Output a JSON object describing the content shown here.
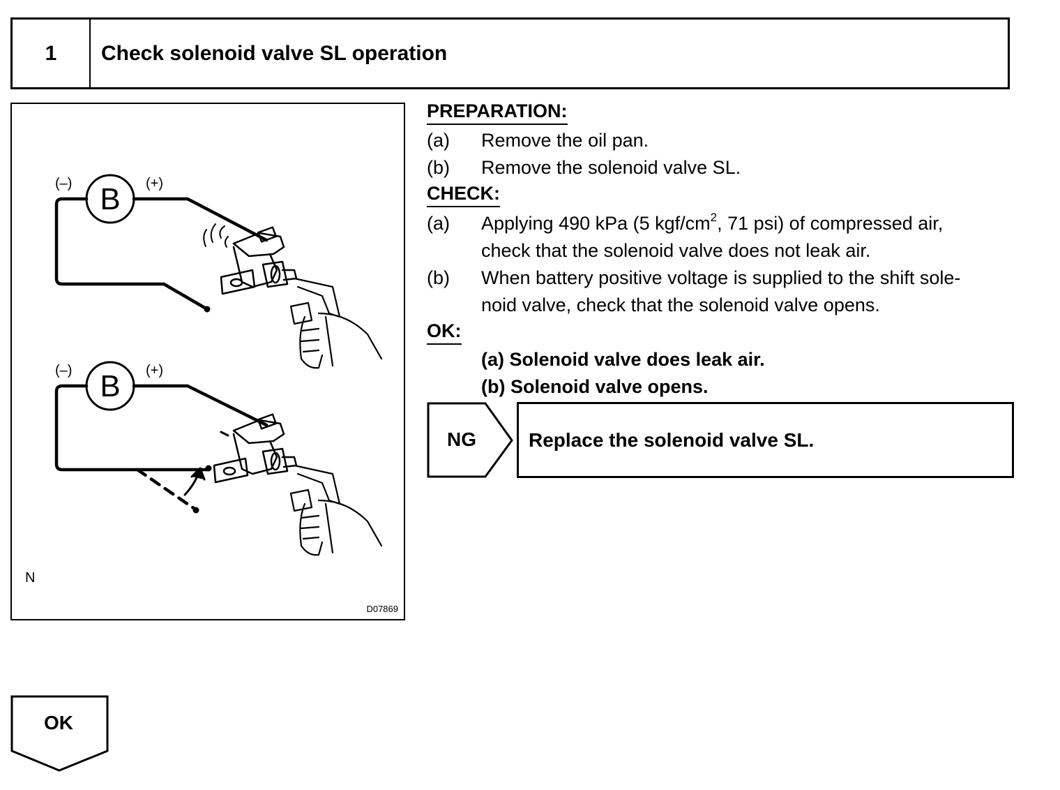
{
  "header": {
    "step_number": "1",
    "title": "Check solenoid valve SL operation"
  },
  "figure": {
    "battery_label": "B",
    "neg_label": "(–)",
    "pos_label": "(+)",
    "corner_label": "N",
    "figure_code": "D07869"
  },
  "preparation": {
    "heading": "PREPARATION:",
    "items": [
      {
        "label": "(a)",
        "text": "Remove the oil pan."
      },
      {
        "label": "(b)",
        "text": "Remove the solenoid valve SL."
      }
    ]
  },
  "check": {
    "heading": "CHECK:",
    "item_a": {
      "label": "(a)",
      "text_before": "Applying 490 kPa (5 kgf/cm",
      "superscript": "2",
      "text_after": ", 71 psi) of compressed air,",
      "continuation": "check that the solenoid valve does not leak air."
    },
    "item_b": {
      "label": "(b)",
      "text": "When battery positive voltage is supplied to the shift sole-",
      "continuation": "noid valve, check that the solenoid valve opens."
    }
  },
  "ok_section": {
    "heading": "OK:",
    "lines": [
      "(a) Solenoid valve does leak air.",
      "(b) Solenoid valve opens."
    ]
  },
  "ng_branch": {
    "label": "NG",
    "action": "Replace the solenoid valve SL."
  },
  "ok_branch": {
    "label": "OK"
  }
}
